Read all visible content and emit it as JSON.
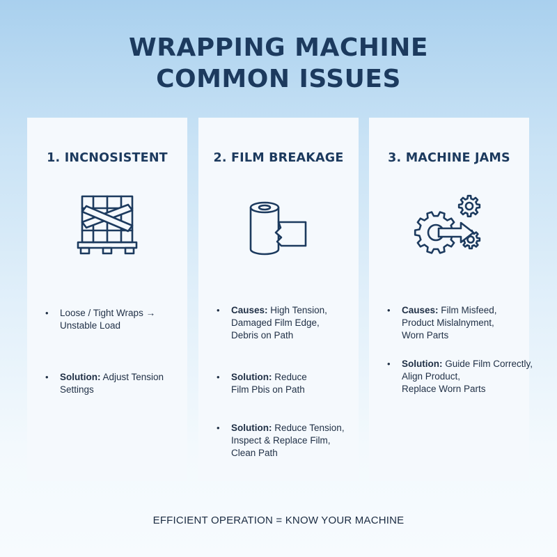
{
  "page": {
    "title_lines": [
      "WRAPPING MACHINE",
      "COMMON ISSUES"
    ],
    "footer": "EFFICIENT OPERATION = KNOW YOUR MACHINE"
  },
  "colors": {
    "navy": "#1c3a5e",
    "bg_top": "#a9d0ee",
    "bg_bottom": "#f7fbfe",
    "card": "#f5f9fd"
  },
  "cards": [
    {
      "title": "1. INCNOSISTENT",
      "icon": "wrapped-pallet-icon",
      "bullets": [
        {
          "label": "",
          "lines": [
            "Loose / Tight Wraps →",
            "Unstable Load"
          ]
        },
        {
          "label": "Solution:",
          "lines": [
            "Adjust Tension",
            "Settings"
          ]
        }
      ]
    },
    {
      "title": "2. FILM BREAKAGE",
      "icon": "torn-film-roll-icon",
      "bullets": [
        {
          "label": "Causes:",
          "lines": [
            "High Tension,",
            "Damaged Film Edge,",
            "Debris on Path"
          ]
        },
        {
          "label": "Solution:",
          "lines": [
            "Reduce",
            "Film Pbis on Path"
          ]
        },
        {
          "label": "Solution:",
          "lines": [
            "Reduce Tension,",
            "Inspect & Replace Film,",
            "Clean Path"
          ]
        }
      ]
    },
    {
      "title": "3. MACHINE JAMS",
      "icon": "gears-arrow-icon",
      "bullets": [
        {
          "label": "Causes:",
          "lines": [
            "Film Misfeed,",
            "Product Mislalnyment,",
            "Worn Parts"
          ]
        },
        {
          "label": "Solution:",
          "lines": [
            "Guide Film Correctly,",
            "Align Product,",
            "Replace Worn Parts"
          ]
        }
      ]
    }
  ]
}
